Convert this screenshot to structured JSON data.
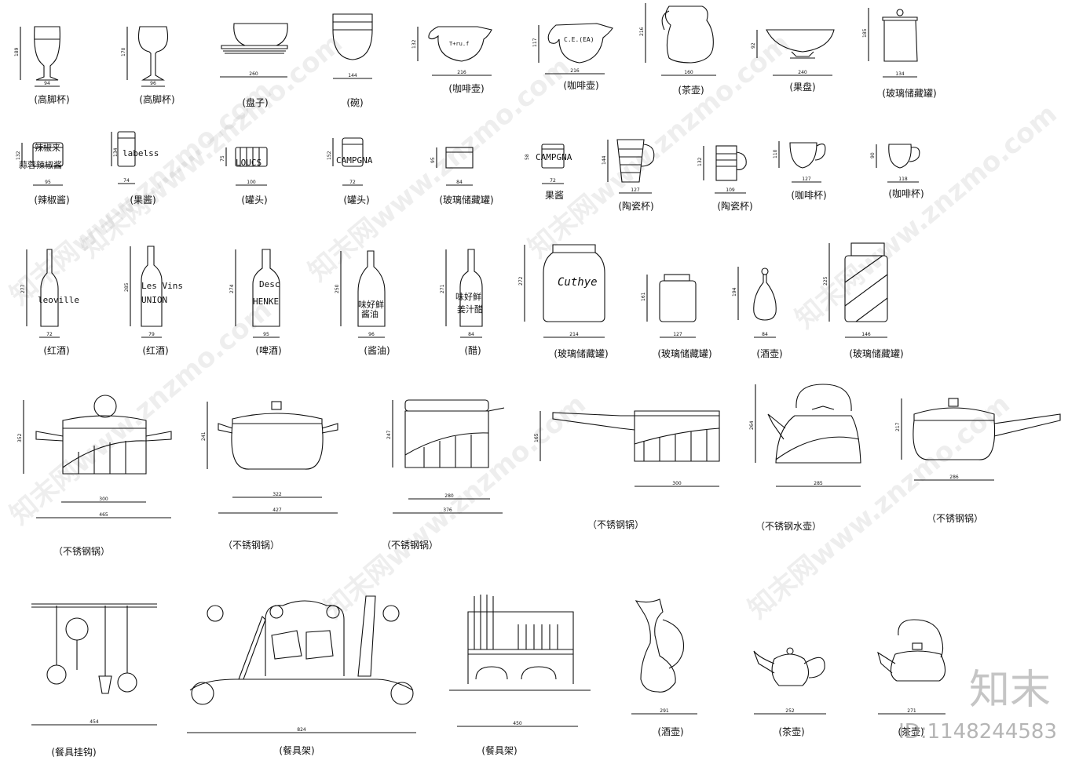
{
  "captions": {
    "goblet1": "(高脚杯)",
    "goblet2": "(高脚杯)",
    "plate": "(盘子)",
    "bowl": "(碗)",
    "coffeepot1": "(咖啡壶)",
    "coffeepot2": "(咖啡壶)",
    "teapot_tall": "(茶壶)",
    "fruit_bowl": "(果盘)",
    "glass_jar1": "(玻璃储藏罐)",
    "chili": "(辣椒酱)",
    "jam1": "(果酱)",
    "can1": "(罐头)",
    "can2": "(罐头)",
    "glass_jar2": "(玻璃储藏罐)",
    "jam2": "果酱",
    "mug1": "(陶瓷杯)",
    "mug2": "(陶瓷杯)",
    "coffeecup1": "(咖啡杯)",
    "coffeecup2": "(咖啡杯)",
    "wine1": "(红酒)",
    "wine2": "(红酒)",
    "beer": "(啤酒)",
    "soy": "(酱油)",
    "vinegar": "(醋)",
    "glass_jar3": "(玻璃储藏罐)",
    "glass_jar4": "(玻璃储藏罐)",
    "decanter": "(酒壶)",
    "glass_jar5": "(玻璃储藏罐)",
    "pot1": "（不锈钢锅）",
    "pot2": "（不锈钢锅）",
    "pot3": "（不锈钢锅）",
    "saucepan": "（不锈钢锅）",
    "kettle": "（不锈钢水壶）",
    "pot4": "（不锈钢锅）",
    "hooks": "(餐具挂钩)",
    "rack1": "(餐具架)",
    "rack2": "(餐具架)",
    "jug": "(酒壶)",
    "teapot1": "(茶壶)",
    "teapot2": "(茶壶)"
  },
  "labels": {
    "chili_top": "辣椒来",
    "chili_bottom": "蒜蓉辣椒酱",
    "jam1": "labelss",
    "can1": "LOUCS",
    "can2": "CAMPGNA",
    "jam2": "CAMPGNA",
    "wine1": "leoville",
    "wine2_a": "Les Vins",
    "wine2_b": "UNION",
    "beer_a": "Desc",
    "beer_b": "HENKE",
    "soy_a": "味好鲜",
    "soy_b": "酱油",
    "vinegar_a": "味好鲜",
    "vinegar_b": "姜汁醋",
    "coffeepot1": "T+ru.f",
    "coffeepot2": "C.E.(EA)",
    "glass_jar3": "Cuthye"
  },
  "dims": {
    "goblet1_w": "94",
    "goblet1_h": "189",
    "goblet2_w": "96",
    "goblet2_h": "170",
    "plate_w": "260",
    "bowl_w": "144",
    "coffeepot1_w": "216",
    "coffeepot1_h": "132",
    "coffeepot2_w": "216",
    "coffeepot2_h": "117",
    "teapot_tall_w": "160",
    "teapot_tall_h": "216",
    "fruit_bowl_w": "240",
    "fruit_bowl_h": "92",
    "glass_jar1_w": "134",
    "glass_jar1_h": "185",
    "chili_w": "95",
    "chili_h": "132",
    "jam1_w": "74",
    "jam1_h": "134",
    "can1_w": "100",
    "can1_h": "75",
    "can2_w": "72",
    "can2_h": "152",
    "glass_jar2_w": "84",
    "glass_jar2_h": "95",
    "jam2_w": "72",
    "jam2_h": "58",
    "mug1_w": "127",
    "mug1_h": "144",
    "mug2_w": "109",
    "mug2_h": "132",
    "coffeecup1_w": "127",
    "coffeecup1_h": "110",
    "coffeecup2_w": "118",
    "coffeecup2_h": "90",
    "wine1_w": "72",
    "wine1_h": "277",
    "wine2_w": "79",
    "wine2_h": "285",
    "beer_w": "95",
    "beer_h": "274",
    "soy_w": "96",
    "soy_h": "250",
    "vinegar_w": "84",
    "vinegar_h": "271",
    "glass_jar3_w": "214",
    "glass_jar3_h": "272",
    "glass_jar4_w": "127",
    "glass_jar4_h": "161",
    "decanter_w": "84",
    "decanter_h": "194",
    "glass_jar5_w": "146",
    "glass_jar5_h": "225",
    "pot1_w1": "300",
    "pot1_w2": "465",
    "pot1_h": "352",
    "pot2_w1": "322",
    "pot2_w2": "427",
    "pot2_h": "241",
    "pot3_w1": "280",
    "pot3_w2": "376",
    "pot3_h": "247",
    "saucepan_w": "300",
    "saucepan_h": "165",
    "kettle_w": "285",
    "kettle_h": "264",
    "pot4_w": "286",
    "pot4_h": "217",
    "hooks_w": "454",
    "rack1_w": "824",
    "rack2_w": "450",
    "jug_w": "291",
    "teapot1_w": "252",
    "teapot2_w": "271"
  },
  "watermark": "知末网www.znzmo.com",
  "brand": "知末",
  "id_text": "ID:1148244583"
}
